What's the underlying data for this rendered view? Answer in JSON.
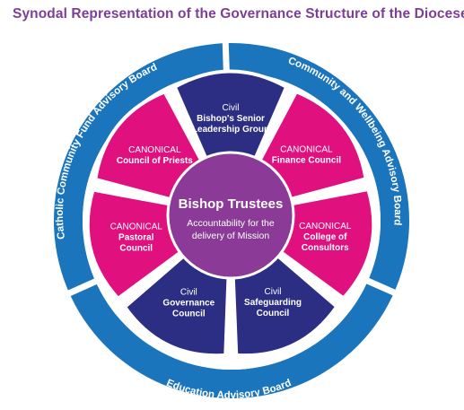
{
  "title": "Synodal Representation of the Governance Structure of the Diocese",
  "colors": {
    "title": "#7e3e98",
    "outer_ring": "#1b75bc",
    "canonical": "#e0117f",
    "civil": "#2b2e83",
    "center": "#8b3a97"
  },
  "ring": {
    "left": "Catholic Community Fund Advisory Board",
    "right": "Community and Wellbeing Advisory Board",
    "bottom": "Education Advisory Board"
  },
  "segments": [
    {
      "type": "Civil",
      "name": [
        "Bishop's Senior",
        "Leadership Group"
      ]
    },
    {
      "type": "CANONICAL",
      "name": [
        "Finance Council"
      ]
    },
    {
      "type": "CANONICAL",
      "name": [
        "College of",
        "Consultors"
      ]
    },
    {
      "type": "Civil",
      "name": [
        "Safeguarding",
        "Council"
      ]
    },
    {
      "type": "Civil",
      "name": [
        "Governance",
        "Council"
      ]
    },
    {
      "type": "CANONICAL",
      "name": [
        "Pastoral",
        "Council"
      ]
    },
    {
      "type": "CANONICAL",
      "name": [
        "Council of Priests"
      ]
    }
  ],
  "center": {
    "title": "Bishop Trustees",
    "subtitle": [
      "Accountability for the",
      "delivery of Mission"
    ]
  }
}
